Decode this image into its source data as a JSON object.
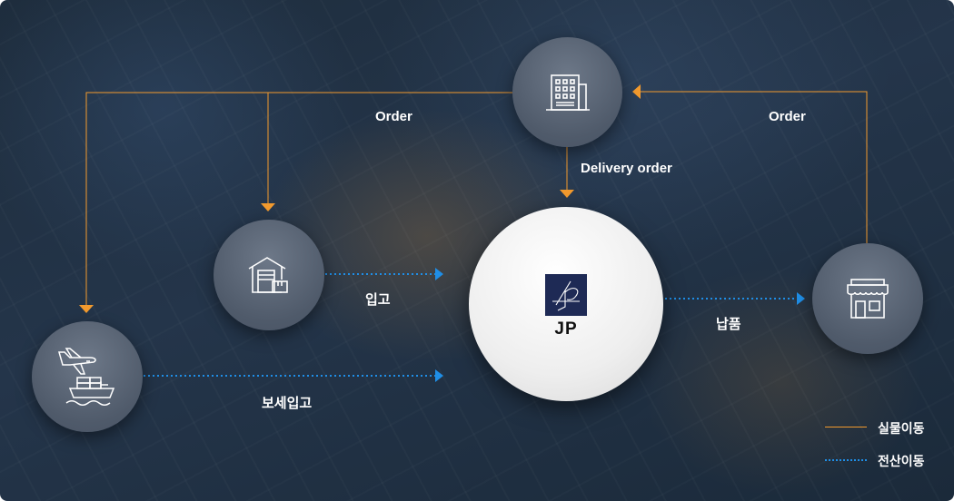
{
  "nodes": {
    "hq": {
      "icon": "office-building-icon"
    },
    "warehouse": {
      "icon": "warehouse-box-icon"
    },
    "import": {
      "icon": "airplane-ship-icon"
    },
    "jp": {
      "icon": "jp-logo-icon",
      "label": "JP"
    },
    "store": {
      "icon": "store-icon"
    }
  },
  "flows": {
    "order_left": "Order",
    "order_right": "Order",
    "delivery_order": "Delivery order",
    "inbound": "입고",
    "bonded_inbound": "보세입고",
    "delivery": "납품"
  },
  "legend": {
    "physical": "실물이동",
    "electronic": "전산이동"
  },
  "colors": {
    "physical_line": "#f29a2e",
    "electronic_line": "#1f8ee6",
    "node_fill": "#566172",
    "jp_logo": "#1e2a55"
  }
}
